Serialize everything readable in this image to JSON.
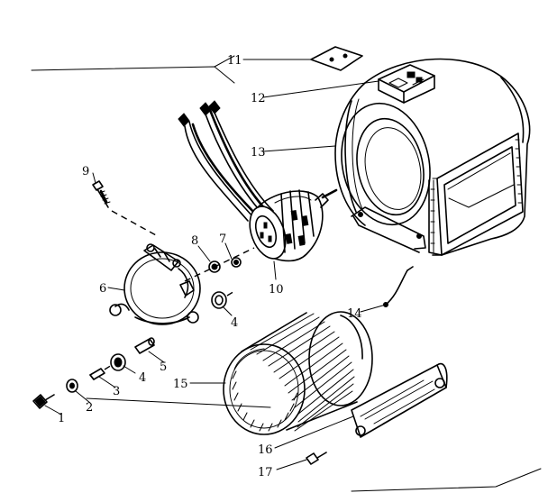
{
  "callouts": [
    {
      "id": "1",
      "label": "1"
    },
    {
      "id": "2",
      "label": "2"
    },
    {
      "id": "3",
      "label": "3"
    },
    {
      "id": "4a",
      "label": "4"
    },
    {
      "id": "4b",
      "label": "4"
    },
    {
      "id": "5",
      "label": "5"
    },
    {
      "id": "6",
      "label": "6"
    },
    {
      "id": "7",
      "label": "7"
    },
    {
      "id": "8",
      "label": "8"
    },
    {
      "id": "9",
      "label": "9"
    },
    {
      "id": "10",
      "label": "10"
    },
    {
      "id": "11",
      "label": "11"
    },
    {
      "id": "12",
      "label": "12"
    },
    {
      "id": "13",
      "label": "13"
    },
    {
      "id": "14",
      "label": "14"
    },
    {
      "id": "15",
      "label": "15"
    },
    {
      "id": "16",
      "label": "16"
    },
    {
      "id": "17",
      "label": "17"
    }
  ]
}
